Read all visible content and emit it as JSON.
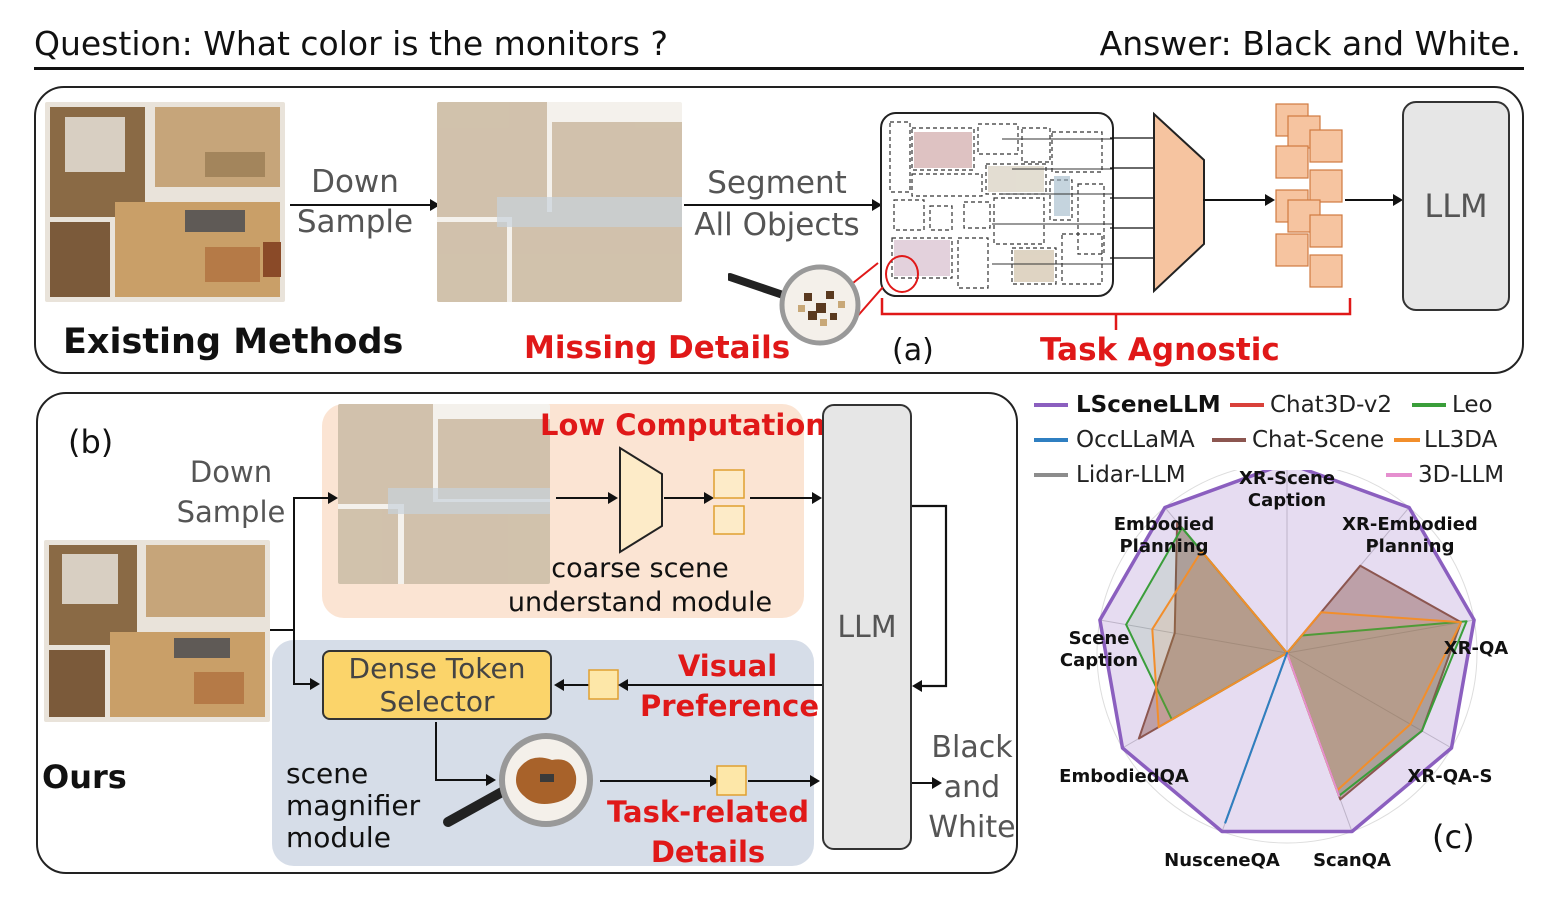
{
  "header": {
    "question": "Question: What color is the monitors ?",
    "answer": "Answer: Black and White."
  },
  "panel_a": {
    "label": "(a)",
    "title": "Existing Methods",
    "down_sample": [
      "Down",
      "Sample"
    ],
    "segment": [
      "Segment",
      "All Objects"
    ],
    "llm": "LLM",
    "missing_details": "Missing Details",
    "task_agnostic": "Task Agnostic"
  },
  "panel_b": {
    "label": "(b)",
    "title": "Ours",
    "down_sample": [
      "Down",
      "Sample"
    ],
    "low_computation": "Low Computation",
    "coarse_module": [
      "coarse scene",
      "understand module"
    ],
    "llm": "LLM",
    "dense_selector": [
      "Dense Token",
      "Selector"
    ],
    "visual_preference": [
      "Visual",
      "Preference"
    ],
    "magnifier_module": [
      "scene",
      "magnifier",
      "module"
    ],
    "task_related": [
      "Task-related",
      "Details"
    ],
    "output": [
      "Black",
      "and",
      "White"
    ]
  },
  "panel_c": {
    "label": "(c)",
    "legend": [
      {
        "name": "LSceneLLM",
        "color": "#8b5fbf"
      },
      {
        "name": "Chat3D-v2",
        "color": "#d9413a"
      },
      {
        "name": "Leo",
        "color": "#3a9e3a"
      },
      {
        "name": "OccLLaMA",
        "color": "#2f7fc1"
      },
      {
        "name": "Chat-Scene",
        "color": "#8c5650"
      },
      {
        "name": "LL3DA",
        "color": "#f28e2b"
      },
      {
        "name": "Lidar-LLM",
        "color": "#8c8c8c"
      },
      {
        "name": "3D-LLM",
        "color": "#e58fcf"
      }
    ]
  },
  "chart_data": {
    "type": "radar",
    "categories": [
      "XR-Scene Caption",
      "XR-Embodied Planning",
      "XR-QA",
      "XR-QA-S",
      "ScanQA",
      "NusceneQA",
      "EmbodiedQA",
      "Scene Caption",
      "Embodied Planning"
    ],
    "series": [
      {
        "name": "LSceneLLM",
        "values": [
          1.0,
          1.0,
          1.0,
          1.0,
          1.0,
          1.0,
          1.0,
          1.0,
          1.0
        ]
      },
      {
        "name": "Chat-Scene",
        "values": [
          0.0,
          0.6,
          0.93,
          0.82,
          0.82,
          0.0,
          0.9,
          0.6,
          0.9
        ]
      },
      {
        "name": "Leo",
        "values": [
          0.0,
          0.12,
          0.96,
          0.82,
          0.8,
          0.0,
          0.7,
          0.86,
          0.86
        ]
      },
      {
        "name": "LL3DA",
        "values": [
          0.0,
          0.28,
          0.93,
          0.75,
          0.77,
          0.0,
          0.78,
          0.72,
          0.7
        ]
      },
      {
        "name": "Lidar-LLM",
        "values": [
          0.0,
          0.0,
          0.0,
          0.0,
          0.0,
          0.95,
          0.0,
          0.0,
          0.0
        ]
      },
      {
        "name": "OccLLaMA",
        "values": [
          0.0,
          0.0,
          0.0,
          0.0,
          0.0,
          0.95,
          0.0,
          0.0,
          0.0
        ]
      },
      {
        "name": "3D-LLM",
        "values": [
          0.0,
          0.0,
          0.0,
          0.0,
          0.8,
          0.0,
          0.0,
          0.0,
          0.0
        ]
      },
      {
        "name": "Chat3D-v2",
        "values": [
          0.0,
          0.0,
          0.0,
          0.0,
          0.0,
          0.0,
          0.0,
          0.0,
          0.0
        ]
      }
    ]
  }
}
